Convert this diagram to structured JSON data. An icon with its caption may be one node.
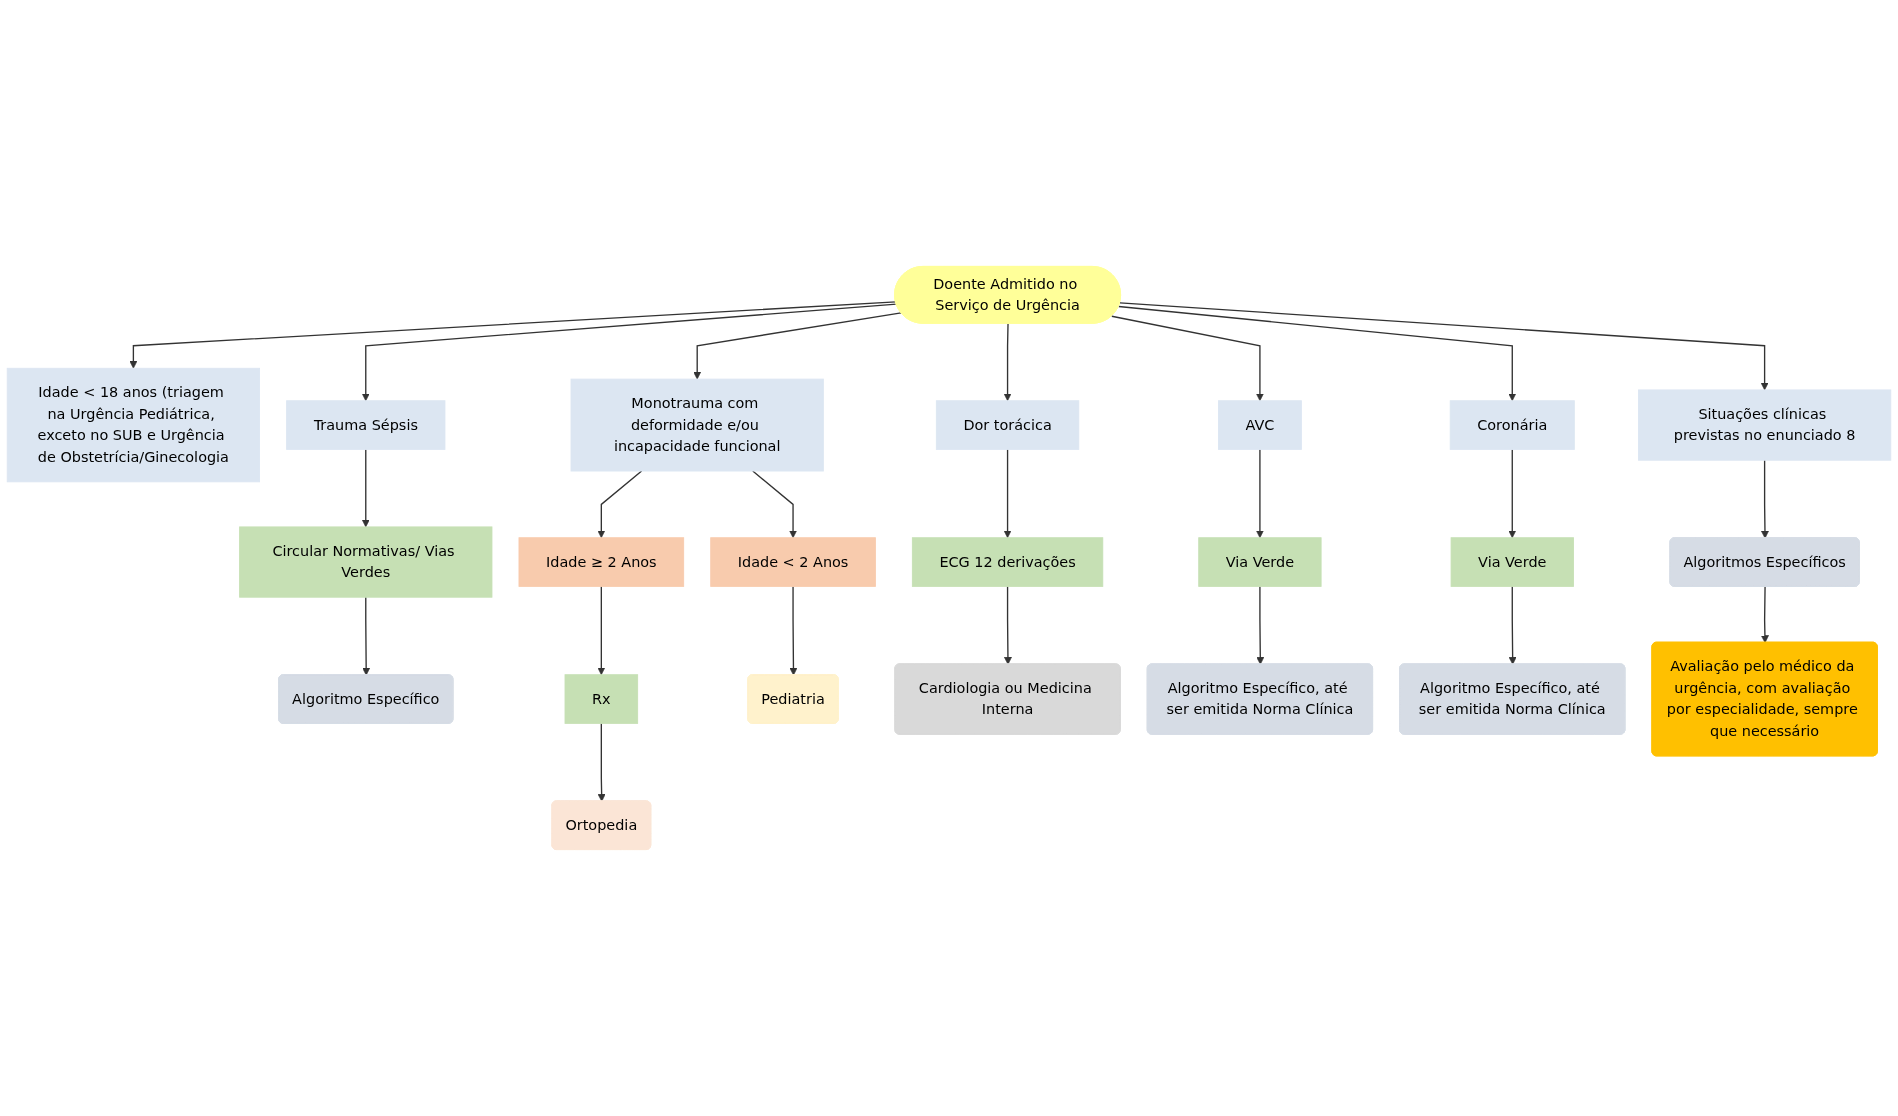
{
  "diagram": {
    "nodes": [
      {
        "text": [
          "Doente Admitido no Serviço de Urgência"
        ]
      },
      {
        "text": [
          "Idade < 18 anos (triagem na Urgência Pediátrica, exceto no SUB e Urgência de Obstetrícia/Ginecologia"
        ]
      },
      {
        "text": [
          "Trauma Sépsis"
        ]
      },
      {
        "text": [
          "Monotrauma com deformidade e/ou incapacidade funcional"
        ]
      },
      {
        "text": [
          "Dor torácica"
        ]
      },
      {
        "text": [
          "AVC"
        ]
      },
      {
        "text": [
          "Coronária"
        ]
      },
      {
        "text": [
          "Situações clínicas previstas no enunciado 8"
        ]
      },
      {
        "text": [
          "Circular Normativas/ Vias Verdes"
        ]
      },
      {
        "text": [
          "Algoritmo Específico"
        ]
      },
      {
        "text": [
          "Idade < 2 Anos"
        ]
      },
      {
        "text": [
          "Idade ≥ 2 Anos"
        ]
      },
      {
        "text": [
          "Rx"
        ]
      },
      {
        "text": [
          "Pediatria"
        ]
      },
      {
        "text": [
          "Ortopedia"
        ]
      },
      {
        "text": [
          "ECG 12 derivações"
        ]
      },
      {
        "text": [
          "Cardiologia ou Medicina Interna"
        ]
      },
      {
        "text": [
          "Via Verde"
        ]
      },
      {
        "text": [
          "Algoritmo Específico, até ser emitida Norma Clínica"
        ]
      },
      {
        "text": [
          "Via Verde"
        ]
      },
      {
        "text": [
          "Algoritmo Específico, até ser emitida Norma Clínica"
        ]
      },
      {
        "text": [
          "Algoritmos Específicos"
        ]
      },
      {
        "text": [
          "Avaliação pelo médico da urgência, com avaliação por especialidade, sempre que necessário"
        ]
      }
    ],
    "edges": [
      {
        "from": 0,
        "to": 1,
        "arrow": "to"
      },
      {
        "from": 0,
        "to": 2,
        "arrow": "to"
      },
      {
        "from": 0,
        "to": 3,
        "arrow": "to"
      },
      {
        "from": 0,
        "to": 4,
        "arrow": "to"
      },
      {
        "from": 0,
        "to": 5,
        "arrow": "to"
      },
      {
        "from": 0,
        "to": 6,
        "arrow": "to"
      },
      {
        "from": 0,
        "to": 7,
        "arrow": "to"
      },
      {
        "from": 2,
        "to": 8,
        "arrow": "to"
      },
      {
        "from": 8,
        "to": 9,
        "arrow": "to"
      },
      {
        "from": 3,
        "to": 10,
        "arrow": "to"
      },
      {
        "from": 3,
        "to": 11,
        "arrow": "to"
      },
      {
        "from": 10,
        "to": 13,
        "arrow": "to"
      },
      {
        "from": 11,
        "to": 12,
        "arrow": "to"
      },
      {
        "from": 12,
        "to": 14,
        "arrow": "to"
      },
      {
        "from": 4,
        "to": 15,
        "arrow": "to"
      },
      {
        "from": 15,
        "to": 16,
        "arrow": "to"
      },
      {
        "from": 5,
        "to": 17,
        "arrow": "to"
      },
      {
        "from": 17,
        "to": 18,
        "arrow": "to"
      },
      {
        "from": 6,
        "to": 19,
        "arrow": "to"
      },
      {
        "from": 19,
        "to": 20,
        "arrow": "to"
      },
      {
        "from": 7,
        "to": 21,
        "arrow": "to"
      },
      {
        "from": 21,
        "to": 22,
        "arrow": "to"
      }
    ]
  }
}
